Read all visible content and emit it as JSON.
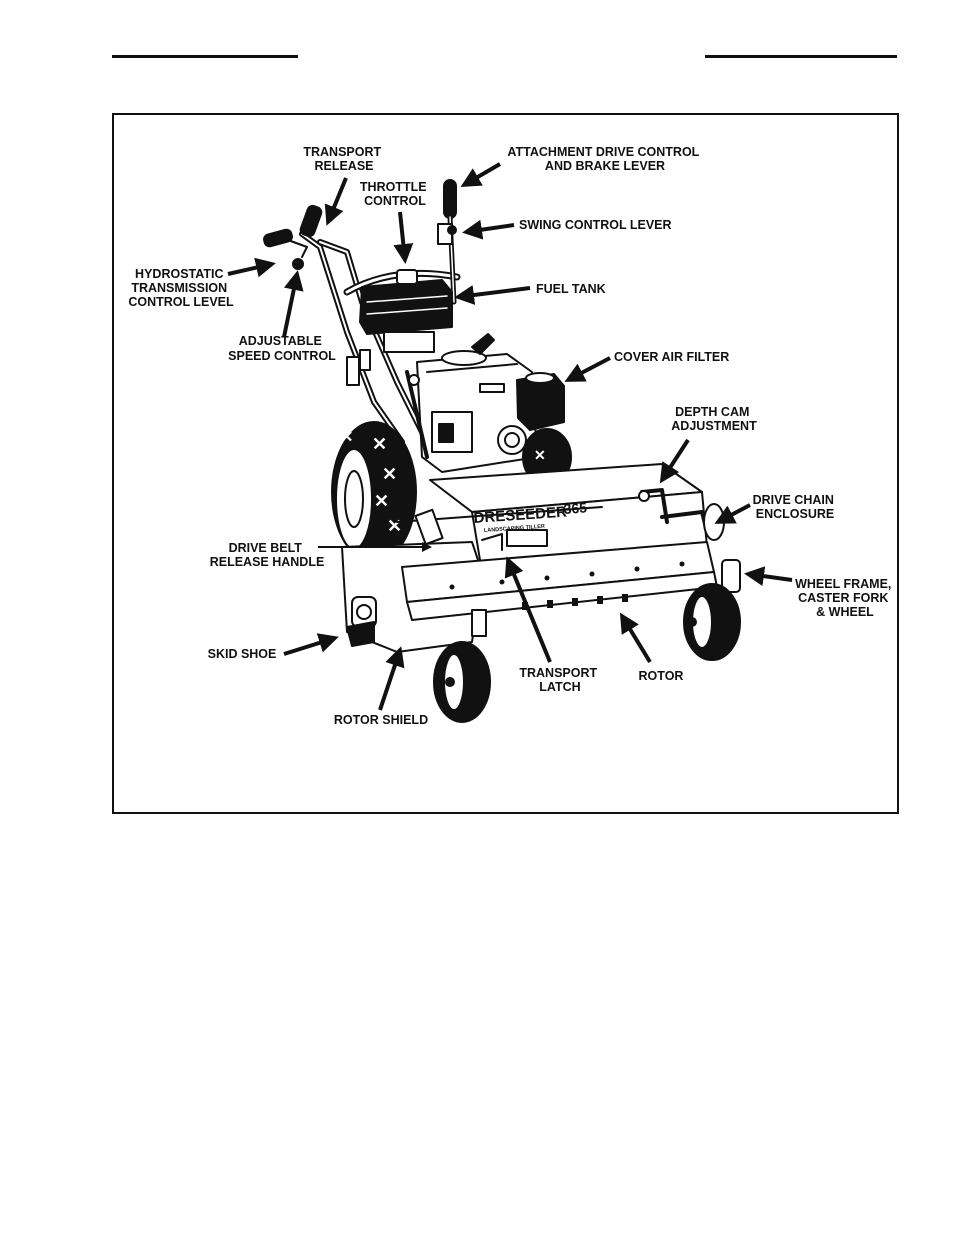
{
  "labels": {
    "transport_release": [
      "TRANSPORT",
      "RELEASE"
    ],
    "attachment_drive": [
      "ATTACHMENT DRIVE CONTROL",
      "AND BRAKE LEVER"
    ],
    "throttle": [
      "THROTTLE",
      "CONTROL"
    ],
    "swing_control": [
      "SWING CONTROL LEVER"
    ],
    "hydrostatic": [
      "HYDROSTATIC",
      "TRANSMISSION",
      "CONTROL LEVEL"
    ],
    "fuel_tank": [
      "FUEL TANK"
    ],
    "adjustable_speed": [
      "ADJUSTABLE",
      "SPEED CONTROL"
    ],
    "cover_air_filter": [
      "COVER AIR FILTER"
    ],
    "depth_cam": [
      "DEPTH CAM",
      "ADJUSTMENT"
    ],
    "drive_chain": [
      "DRIVE CHAIN",
      "ENCLOSURE"
    ],
    "drive_belt": [
      "DRIVE BELT",
      "RELEASE HANDLE"
    ],
    "wheel_frame": [
      "WHEEL FRAME,",
      "CASTER FORK",
      "& WHEEL"
    ],
    "skid_shoe": [
      "SKID SHOE"
    ],
    "transport_latch": [
      "TRANSPORT",
      "LATCH"
    ],
    "rotor": [
      "ROTOR"
    ],
    "rotor_shield": [
      "ROTOR SHIELD"
    ]
  },
  "machine": {
    "brand": "DRESEEDER",
    "model": "365",
    "tagline": "LANDSCAPING TILLER"
  }
}
